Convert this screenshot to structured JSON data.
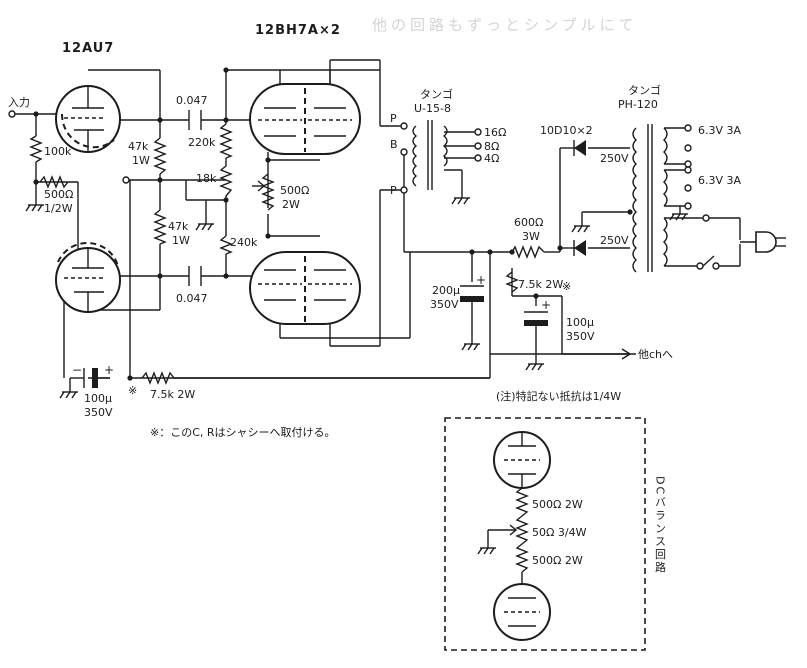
{
  "title_faded": "他の回路もずっとシンプルにて",
  "tubes": {
    "preamp": "12AU7",
    "output": "12BH7A×2"
  },
  "input": "入力",
  "resistors": {
    "r100k": "100k",
    "r500": "500Ω",
    "r500_w": "1/2W",
    "r47k_a": "47k",
    "r47k_a_w": "1W",
    "r47k_b": "47k",
    "r47k_b_w": "1W",
    "r220k": "220k",
    "r18k": "18k",
    "r240k": "240k",
    "pot500": "500Ω",
    "pot500_w": "2W",
    "r600": "600Ω",
    "r600_w": "3W",
    "r75k_top": "7.5k 2W",
    "r75k_bottom": "7.5k 2W"
  },
  "caps": {
    "c047_top": "0.047",
    "c047_bottom": "0.047",
    "c200": "200μ",
    "c200_v": "350V",
    "c100_right": "100μ",
    "c100_right_v": "350V",
    "c100_left": "100μ",
    "c100_left_v": "350V"
  },
  "output_transformer": {
    "maker": "タンゴ",
    "model": "U-15-8",
    "terminal_p1": "P",
    "terminal_b": "B",
    "terminal_p2": "P",
    "taps": [
      "16Ω",
      "8Ω",
      "4Ω"
    ]
  },
  "power_transformer": {
    "maker": "タンゴ",
    "model": "PH-120",
    "rectifier": "10D10×2",
    "hv_top": "250V",
    "hv_bottom": "250V",
    "heater1": "6.3V 3A",
    "heater2": "6.3V 3A"
  },
  "marks": {
    "asterisk": "※"
  },
  "other_ch": "他chへ",
  "notes": {
    "resistor_note": "(注)特記ない抵抗は1/4W",
    "chassis_note": "※：このC, Rはシャシーへ取付ける。"
  },
  "dc_balance": {
    "title": "DCバランス回路",
    "r_top": "500Ω 2W",
    "pot": "50Ω 3/4W",
    "r_bottom": "500Ω 2W"
  }
}
